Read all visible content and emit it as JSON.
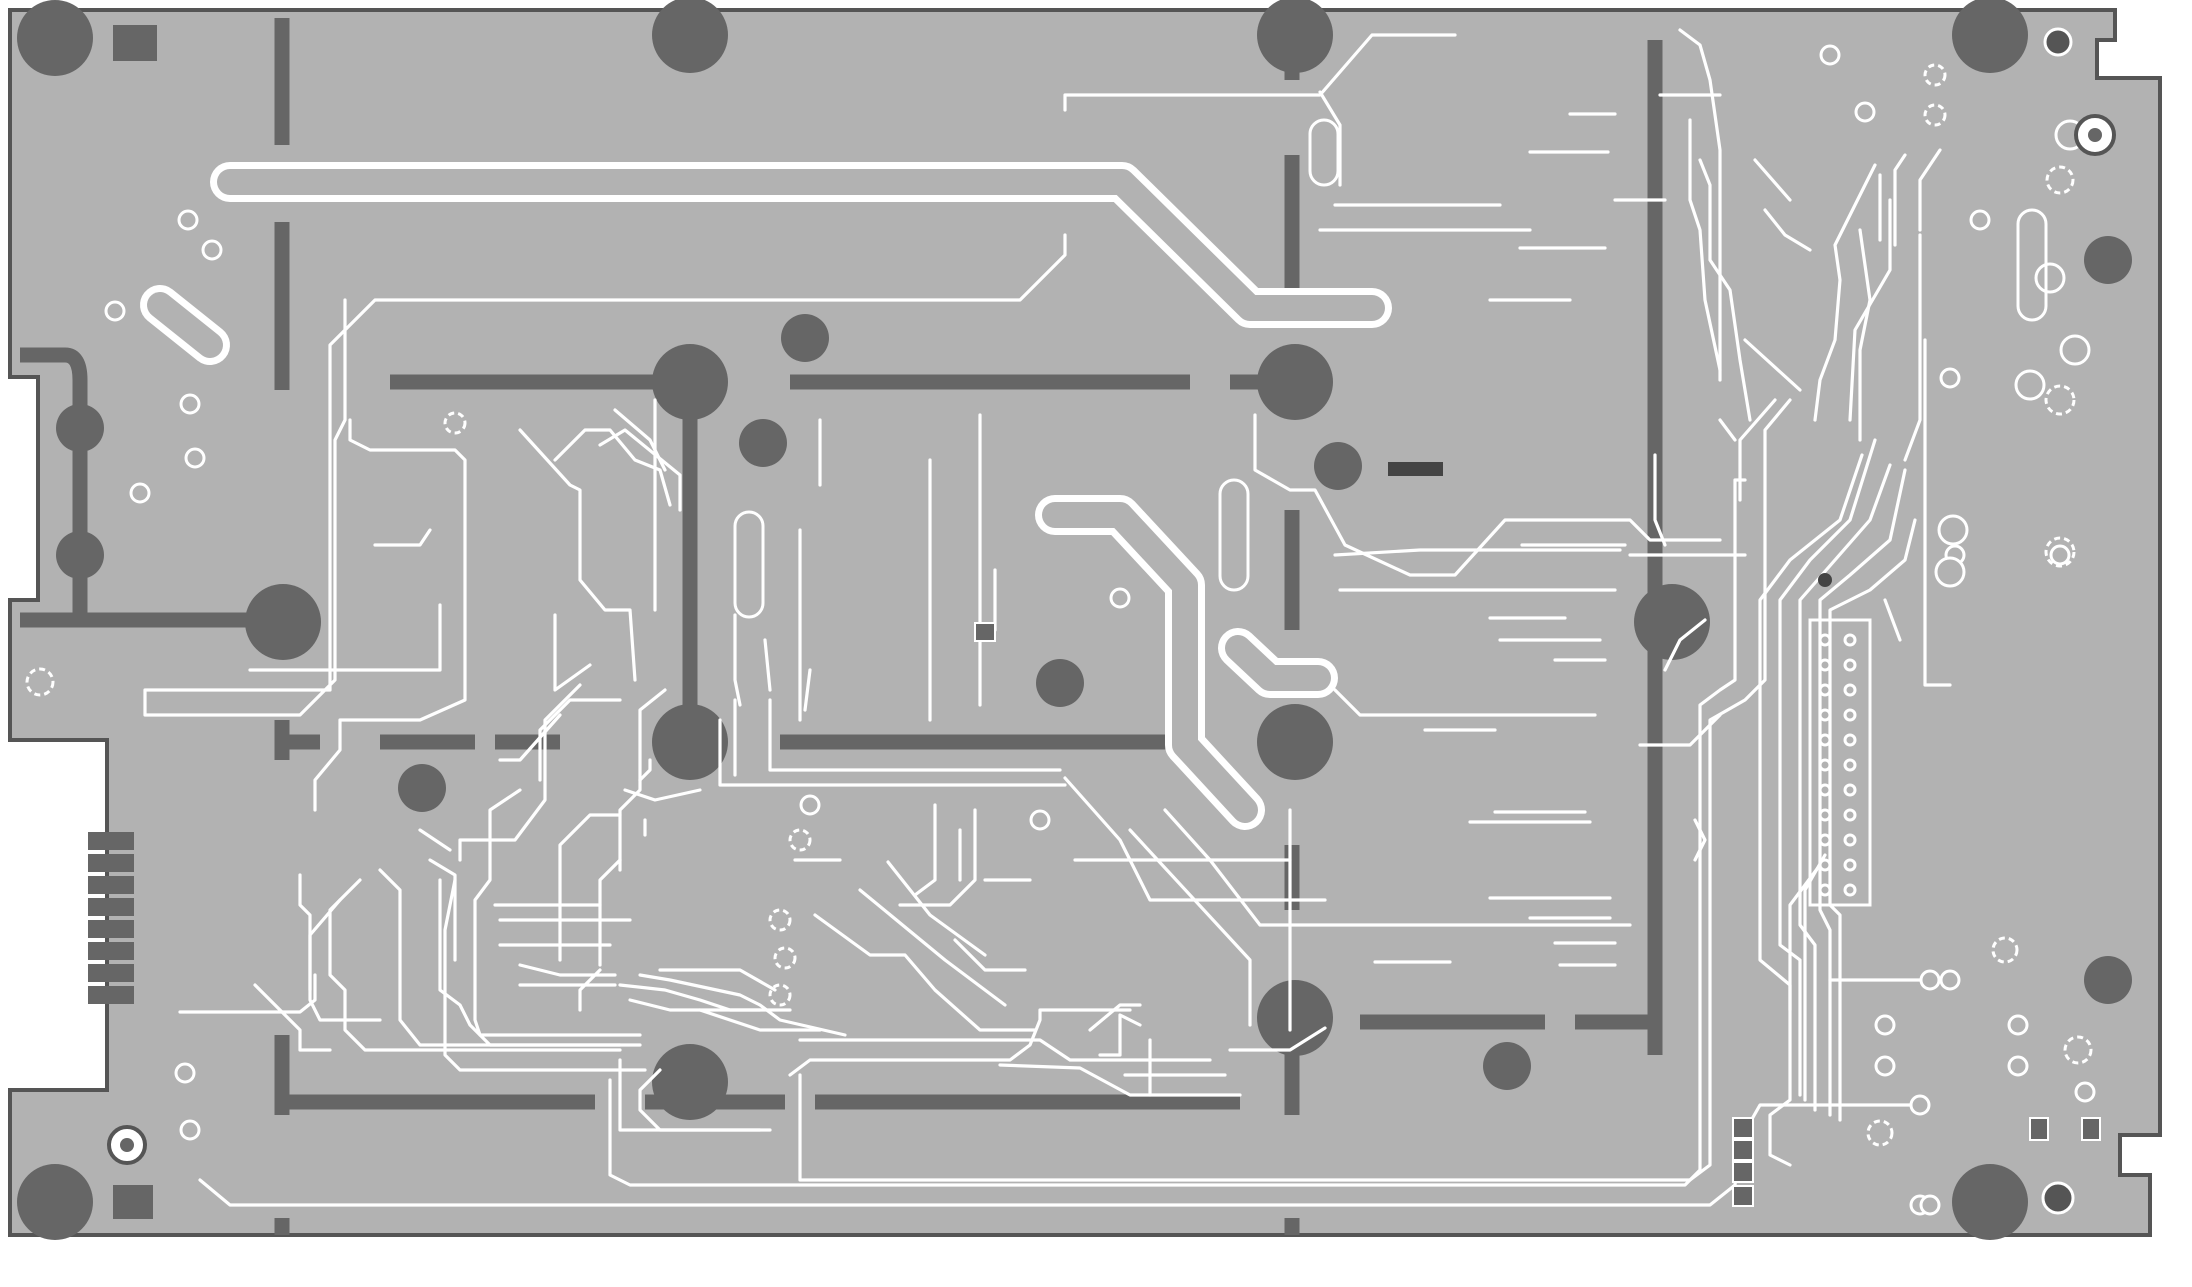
{
  "view": {
    "subject": "",
    "colors": {
      "background": "#ffffff",
      "board_fill": "#b2b2b2",
      "copper_dark": "#666666",
      "trace_clearance": "#ffffff",
      "outline": "#555555"
    }
  },
  "features": {
    "mounting_holes": 4,
    "connector_pins": 8,
    "test_points": 2
  }
}
